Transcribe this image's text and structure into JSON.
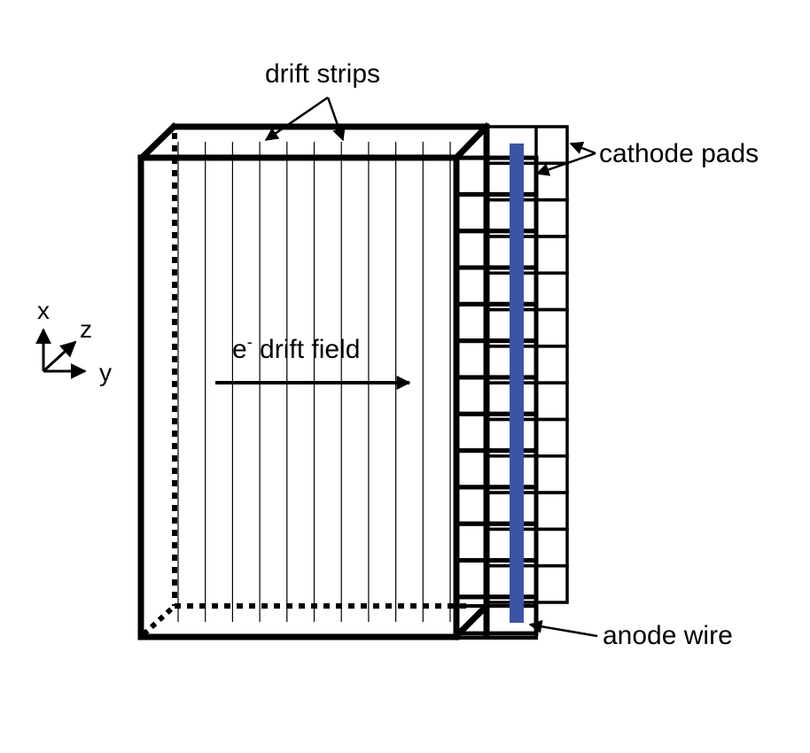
{
  "figure": {
    "title": "Drift chamber schematic with cathode pad readout",
    "colors": {
      "line": "#000000",
      "anode_wire": "#3a55a4",
      "background": "#ffffff"
    }
  },
  "labels": {
    "drift_strips": "drift strips",
    "cathode_pads": "cathode pads",
    "anode_wire": "anode wire",
    "drift_field_prefix": "e",
    "drift_field_superscript": "-",
    "drift_field_suffix": " drift field"
  },
  "axes": {
    "x_label": "x",
    "y_label": "y",
    "z_label": "z"
  },
  "components": {
    "drift_strip_count": 11,
    "pad_rows": 13,
    "pad_columns": 3
  },
  "icons": {
    "axis_triad": "coordinate-axes-icon",
    "drift_arrow": "arrow-right-icon"
  }
}
